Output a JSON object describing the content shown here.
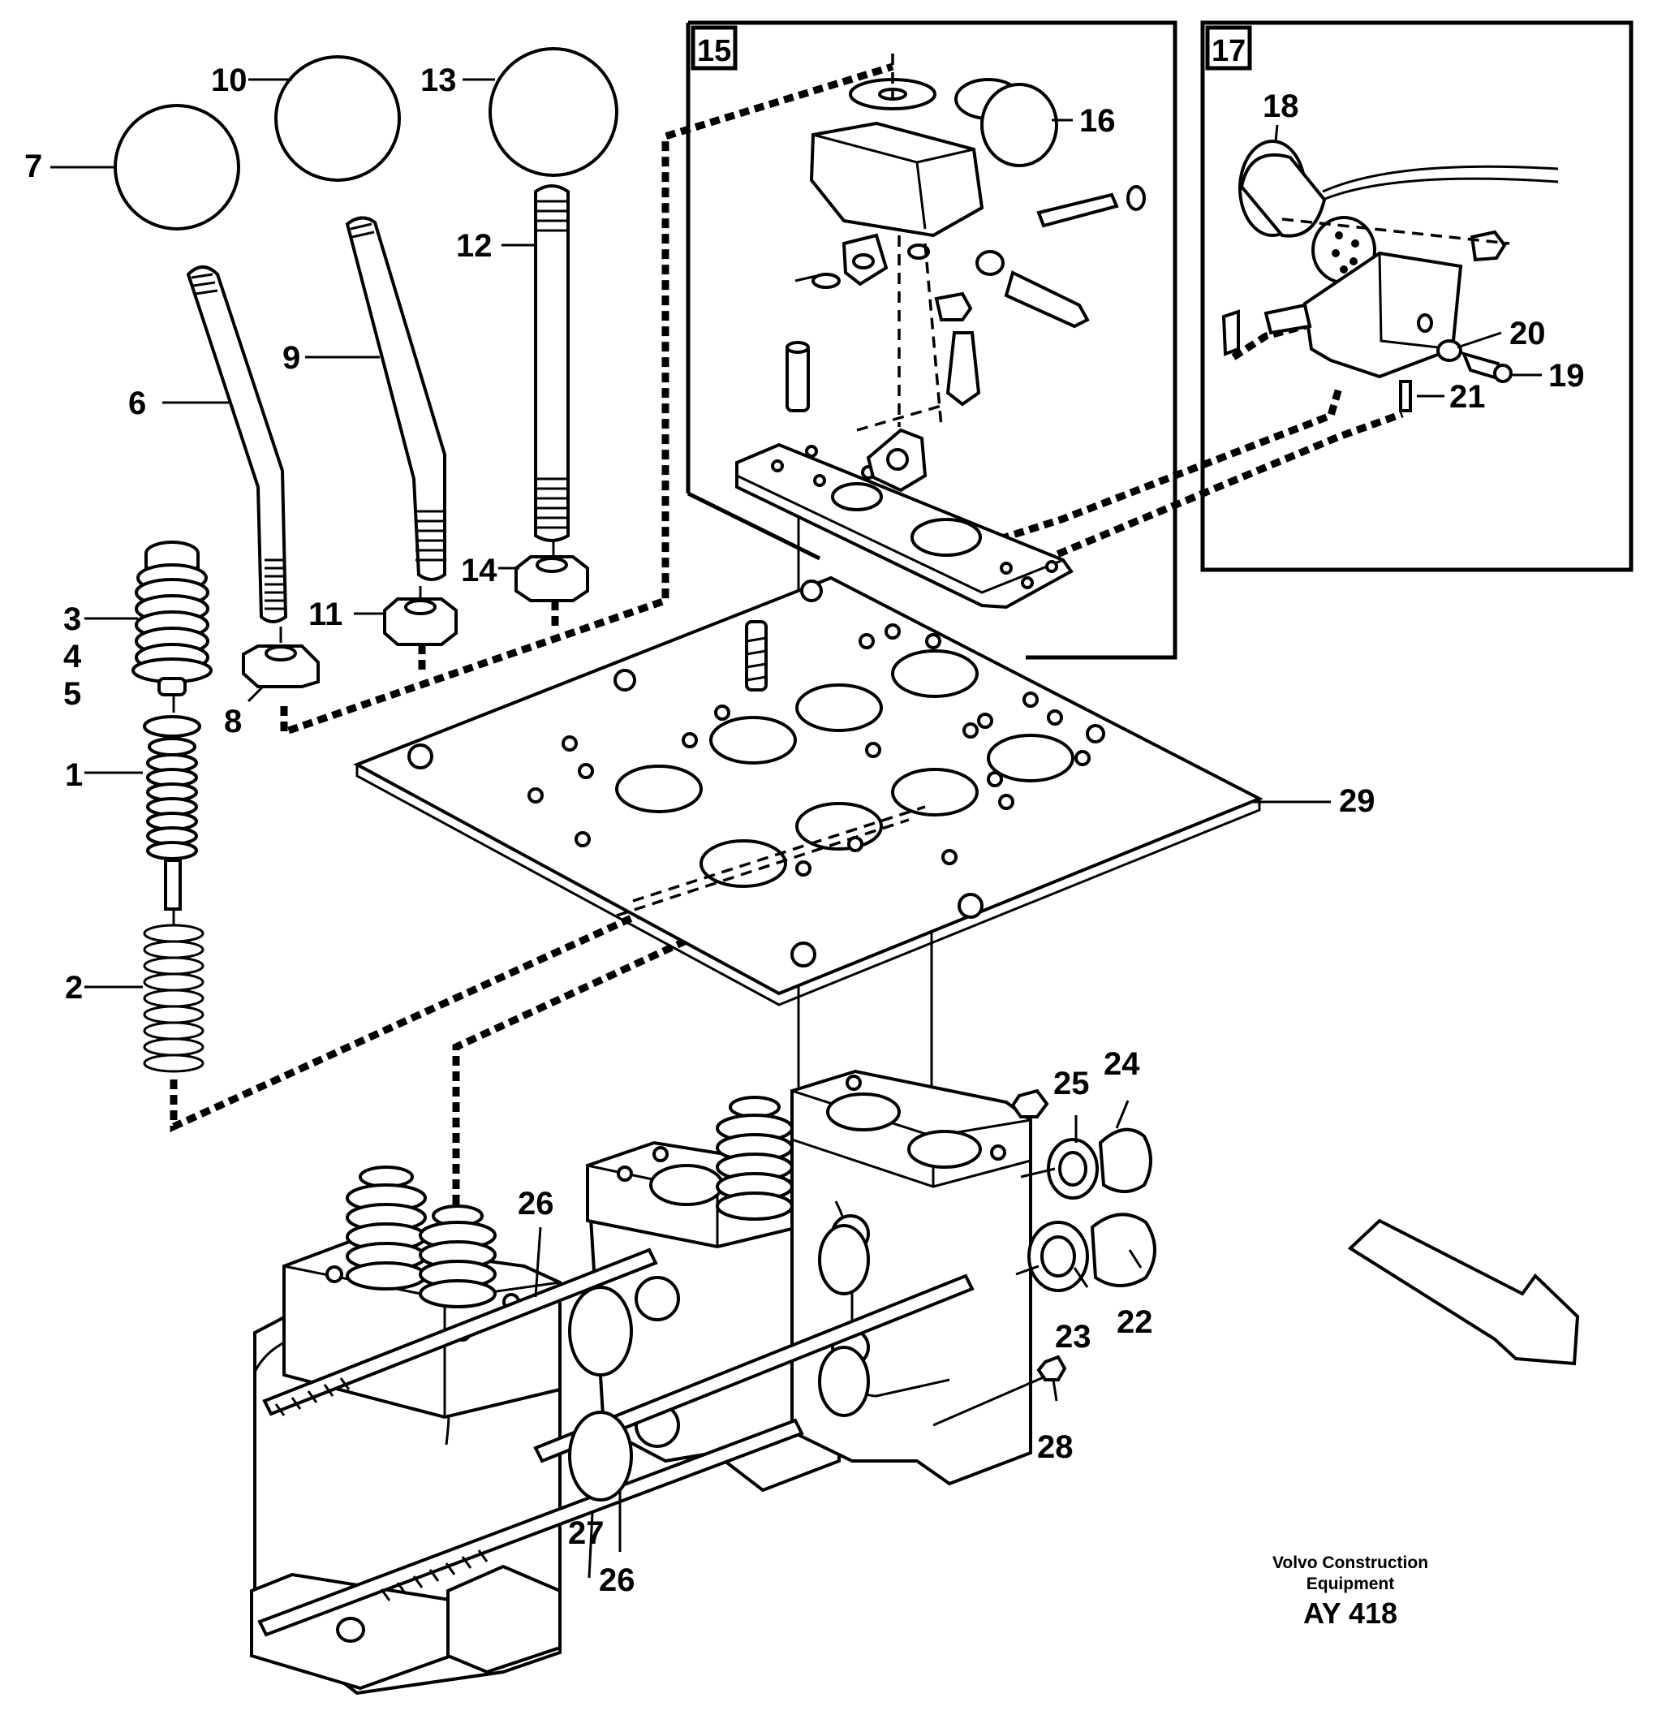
{
  "diagram": {
    "part_labels": [
      "1",
      "2",
      "3",
      "4",
      "5",
      "6",
      "7",
      "8",
      "9",
      "10",
      "11",
      "12",
      "13",
      "14",
      "16",
      "18",
      "19",
      "20",
      "21",
      "22",
      "23",
      "24",
      "25",
      "26",
      "26",
      "27",
      "28",
      "29"
    ],
    "inset_boxes": [
      "15",
      "17"
    ],
    "credit_line1": "Volvo Construction",
    "credit_line2": "Equipment",
    "drawing_code": "AY 418"
  }
}
